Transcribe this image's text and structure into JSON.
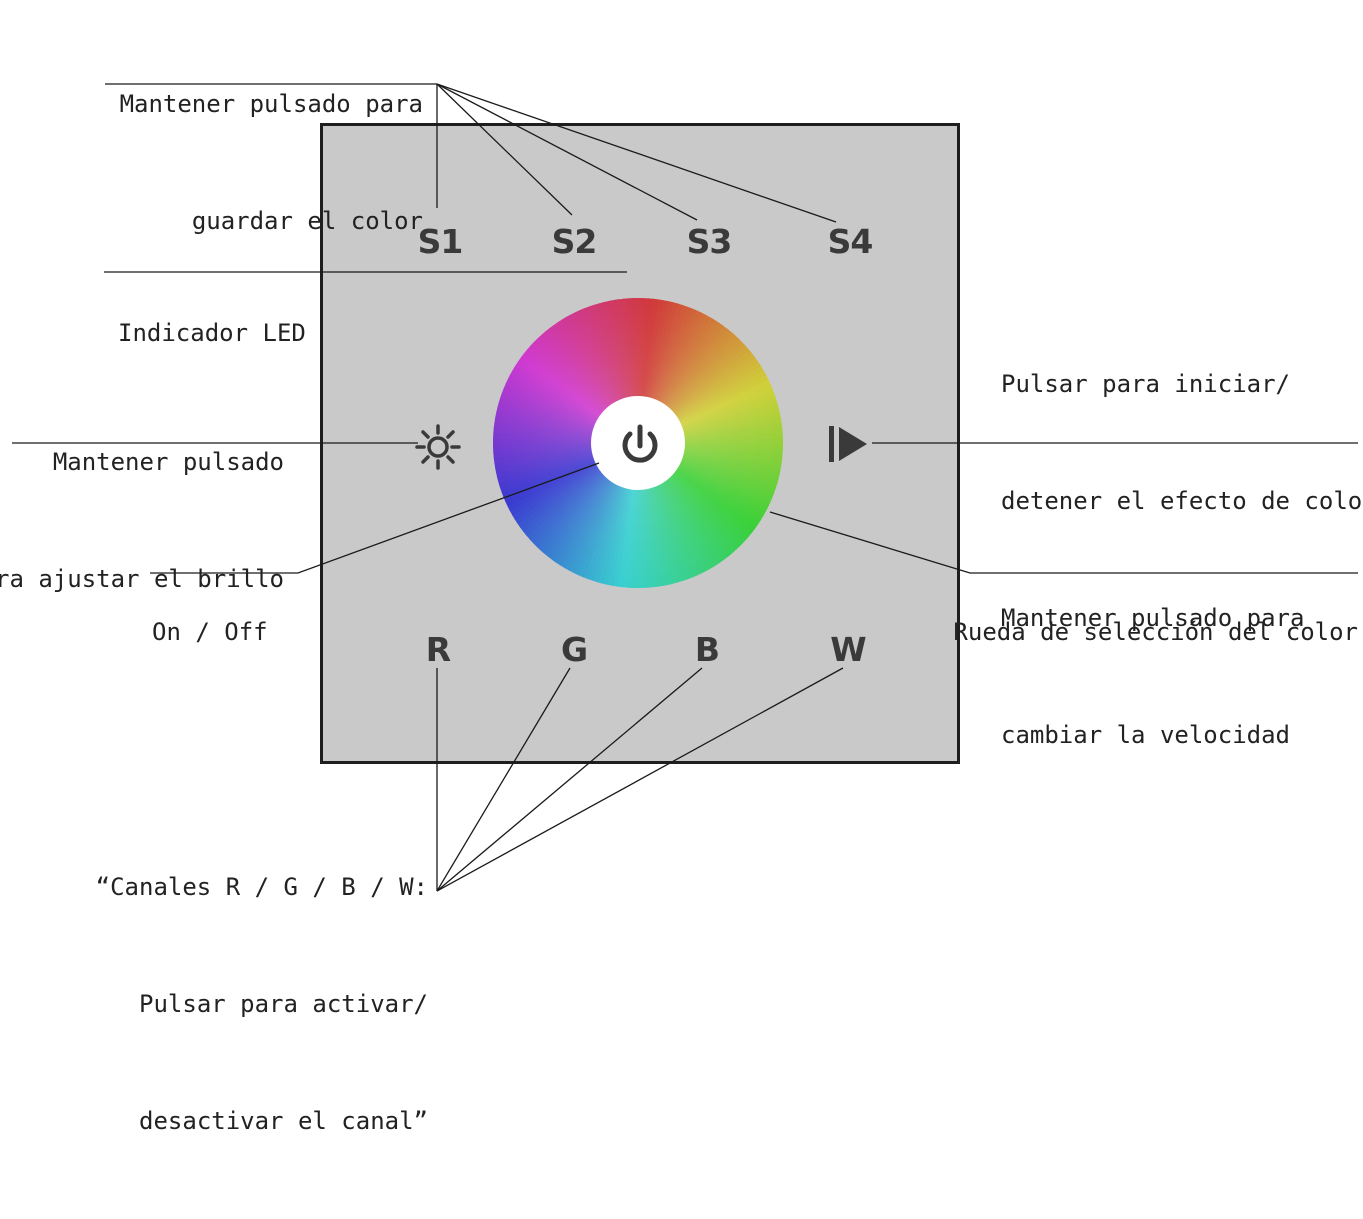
{
  "callouts": {
    "save_color": [
      "Mantener pulsado para",
      "guardar el color"
    ],
    "led_indicator": [
      "Indicador LED"
    ],
    "brightness": [
      "Mantener pulsado",
      "para ajustar el brillo"
    ],
    "on_off": [
      "On / Off"
    ],
    "effect": [
      "Pulsar para iniciar/",
      "detener el efecto de color",
      "Mantener pulsado para",
      "cambiar la velocidad"
    ],
    "color_wheel": [
      "Rueda de selección del color"
    ],
    "channels": [
      "“Canales R / G / B / W:",
      "Pulsar para activar/",
      "desactivar el canal”"
    ]
  },
  "panel": {
    "scene_keys": [
      "S1",
      "S2",
      "S3",
      "S4"
    ],
    "channel_keys": [
      "R",
      "G",
      "B",
      "W"
    ]
  },
  "icons": {
    "brightness": "sun-icon",
    "power": "power-icon",
    "play": "play-effect-icon",
    "wheel": "color-wheel"
  },
  "colors": {
    "panel": "#c9c9c9",
    "border": "#1e1e1e",
    "lines": "#1a1a1a",
    "key_text": "#3a3a3a"
  }
}
